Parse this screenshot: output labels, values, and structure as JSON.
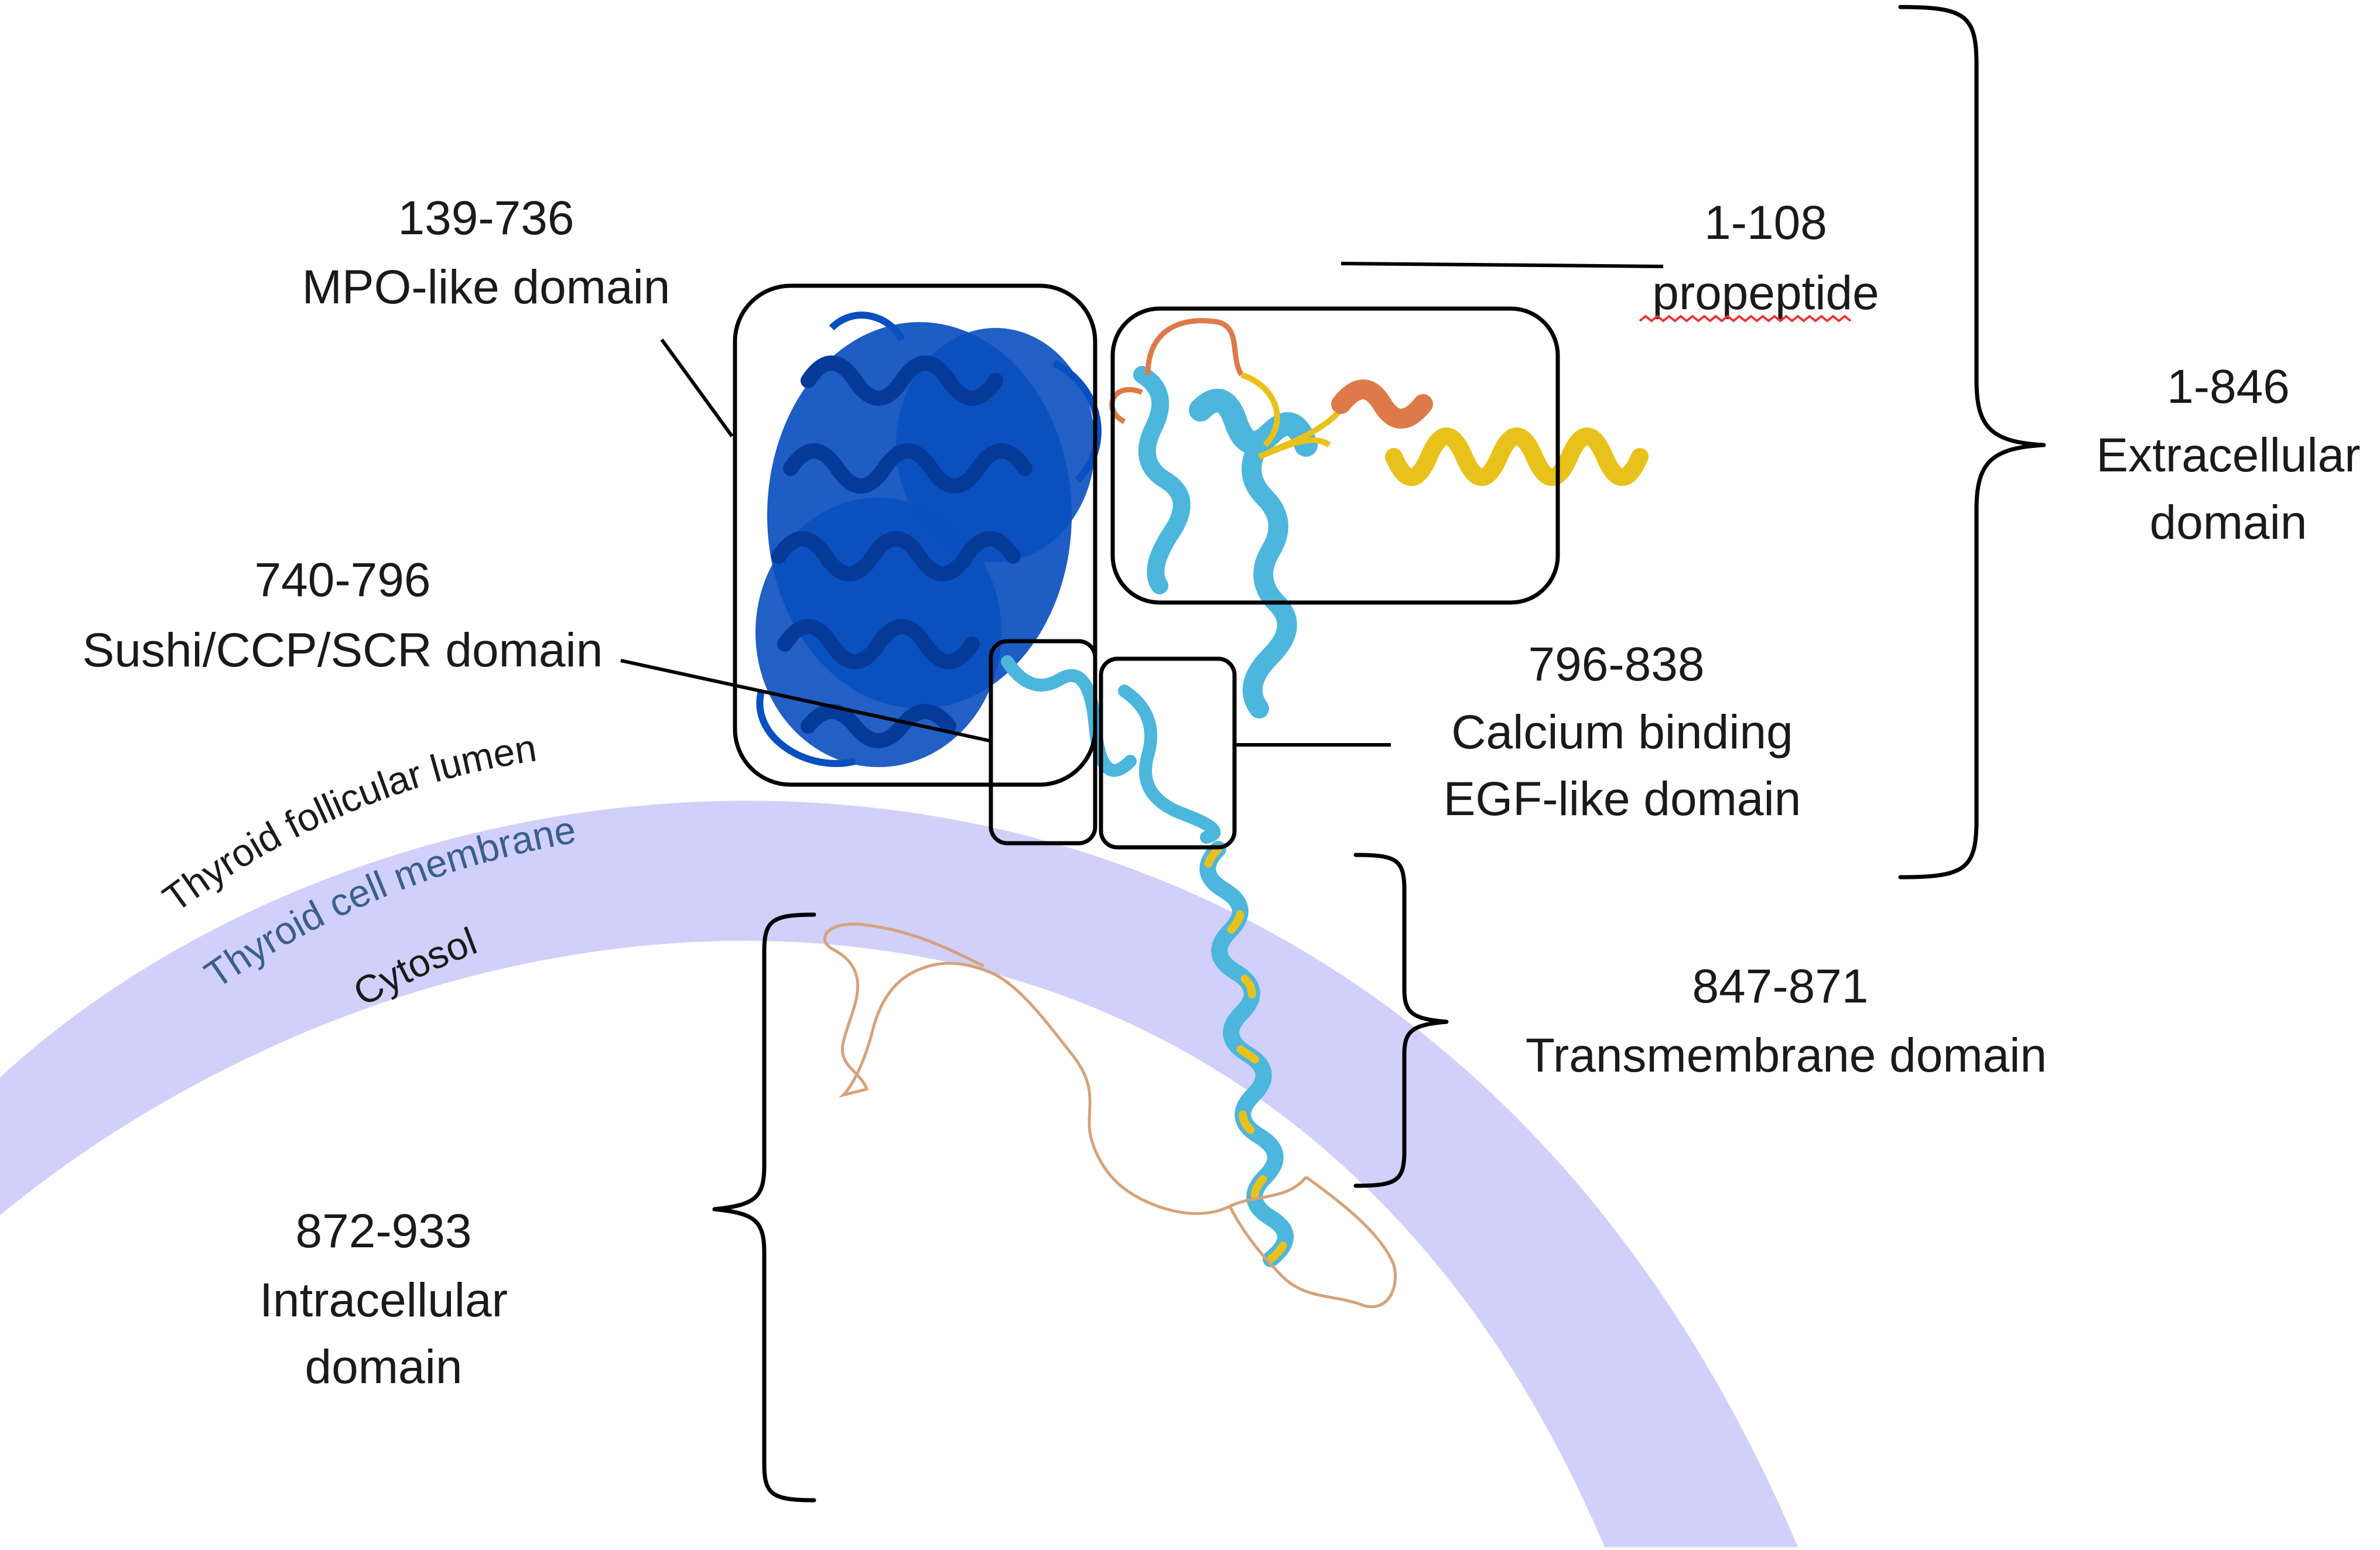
{
  "colors": {
    "membrane": "#d0d0fa",
    "membrane_text": "#3a5f8a",
    "very_high": "#0a4fbf",
    "confident": "#4cb6dc",
    "low": "#e8c21a",
    "very_low": "#de7a4a",
    "disordered": "#d6a27a"
  },
  "membrane": {
    "lumen": "Thyroid follicular lumen",
    "membrane": "Thyroid cell membrane",
    "cytosol": "Cytosol"
  },
  "domains": {
    "mpo": {
      "range": "139-736",
      "name": "MPO-like domain"
    },
    "propeptide": {
      "range": "1-108",
      "name": "propeptide"
    },
    "extracellular": {
      "range": "1-846",
      "line1": "Extracellular",
      "line2": "domain"
    },
    "sushi": {
      "range": "740-796",
      "name": "Sushi/CCP/SCR domain"
    },
    "egf": {
      "range": "796-838",
      "line1": "Calcium binding",
      "line2": "EGF-like domain"
    },
    "transmembrane": {
      "range": "847-871",
      "name": "Transmembrane domain"
    },
    "intracellular": {
      "range": "872-933",
      "line1": "Intracellular",
      "line2": "domain"
    }
  }
}
